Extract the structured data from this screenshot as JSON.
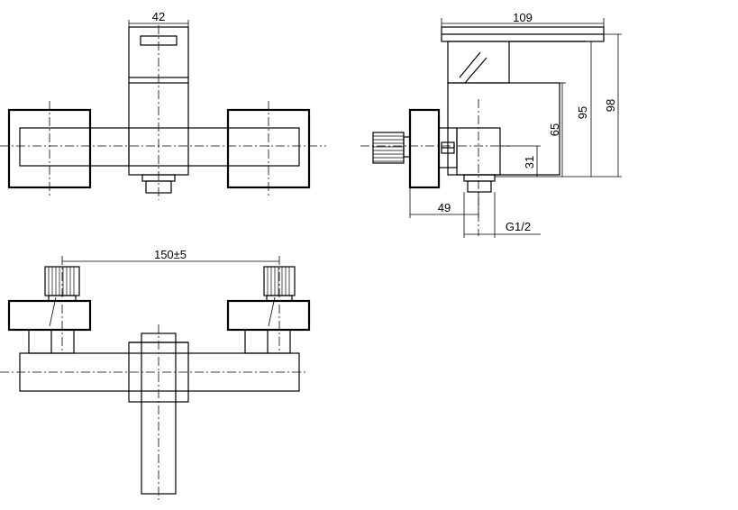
{
  "labels": {
    "width_top": "42",
    "width_side": "109",
    "height_98": "98",
    "height_95": "95",
    "height_65": "65",
    "height_31": "31",
    "depth_49": "49",
    "thread": "G1/2",
    "spacing": "150±5"
  }
}
